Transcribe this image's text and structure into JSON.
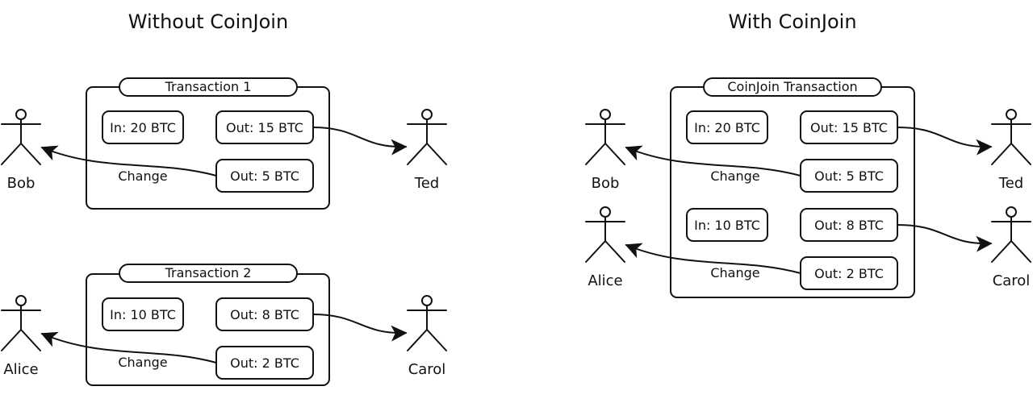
{
  "panels": {
    "left_title": "Without CoinJoin",
    "right_title": "With CoinJoin"
  },
  "transactions": {
    "tx1": {
      "label": "Transaction 1",
      "in": "In: 20 BTC",
      "out_main": "Out: 15 BTC",
      "out_change": "Out: 5 BTC",
      "change": "Change"
    },
    "tx2": {
      "label": "Transaction 2",
      "in": "In: 10 BTC",
      "out_main": "Out: 8 BTC",
      "out_change": "Out: 2 BTC",
      "change": "Change"
    },
    "coinjoin": {
      "label": "CoinJoin Transaction",
      "in_bob": "In: 20 BTC",
      "out_bob_main": "Out: 15 BTC",
      "out_bob_change": "Out: 5 BTC",
      "change_bob": "Change",
      "in_alice": "In: 10 BTC",
      "out_alice_main": "Out: 8 BTC",
      "out_alice_change": "Out: 2 BTC",
      "change_alice": "Change"
    }
  },
  "actors": {
    "left_bob": "Bob",
    "left_ted": "Ted",
    "left_alice": "Alice",
    "left_carol": "Carol",
    "right_bob": "Bob",
    "right_ted": "Ted",
    "right_alice": "Alice",
    "right_carol": "Carol"
  },
  "icons": {
    "actor": "person-icon",
    "arrow": "arrow-icon"
  },
  "colors": {
    "stroke": "#111111",
    "background": "#ffffff"
  }
}
